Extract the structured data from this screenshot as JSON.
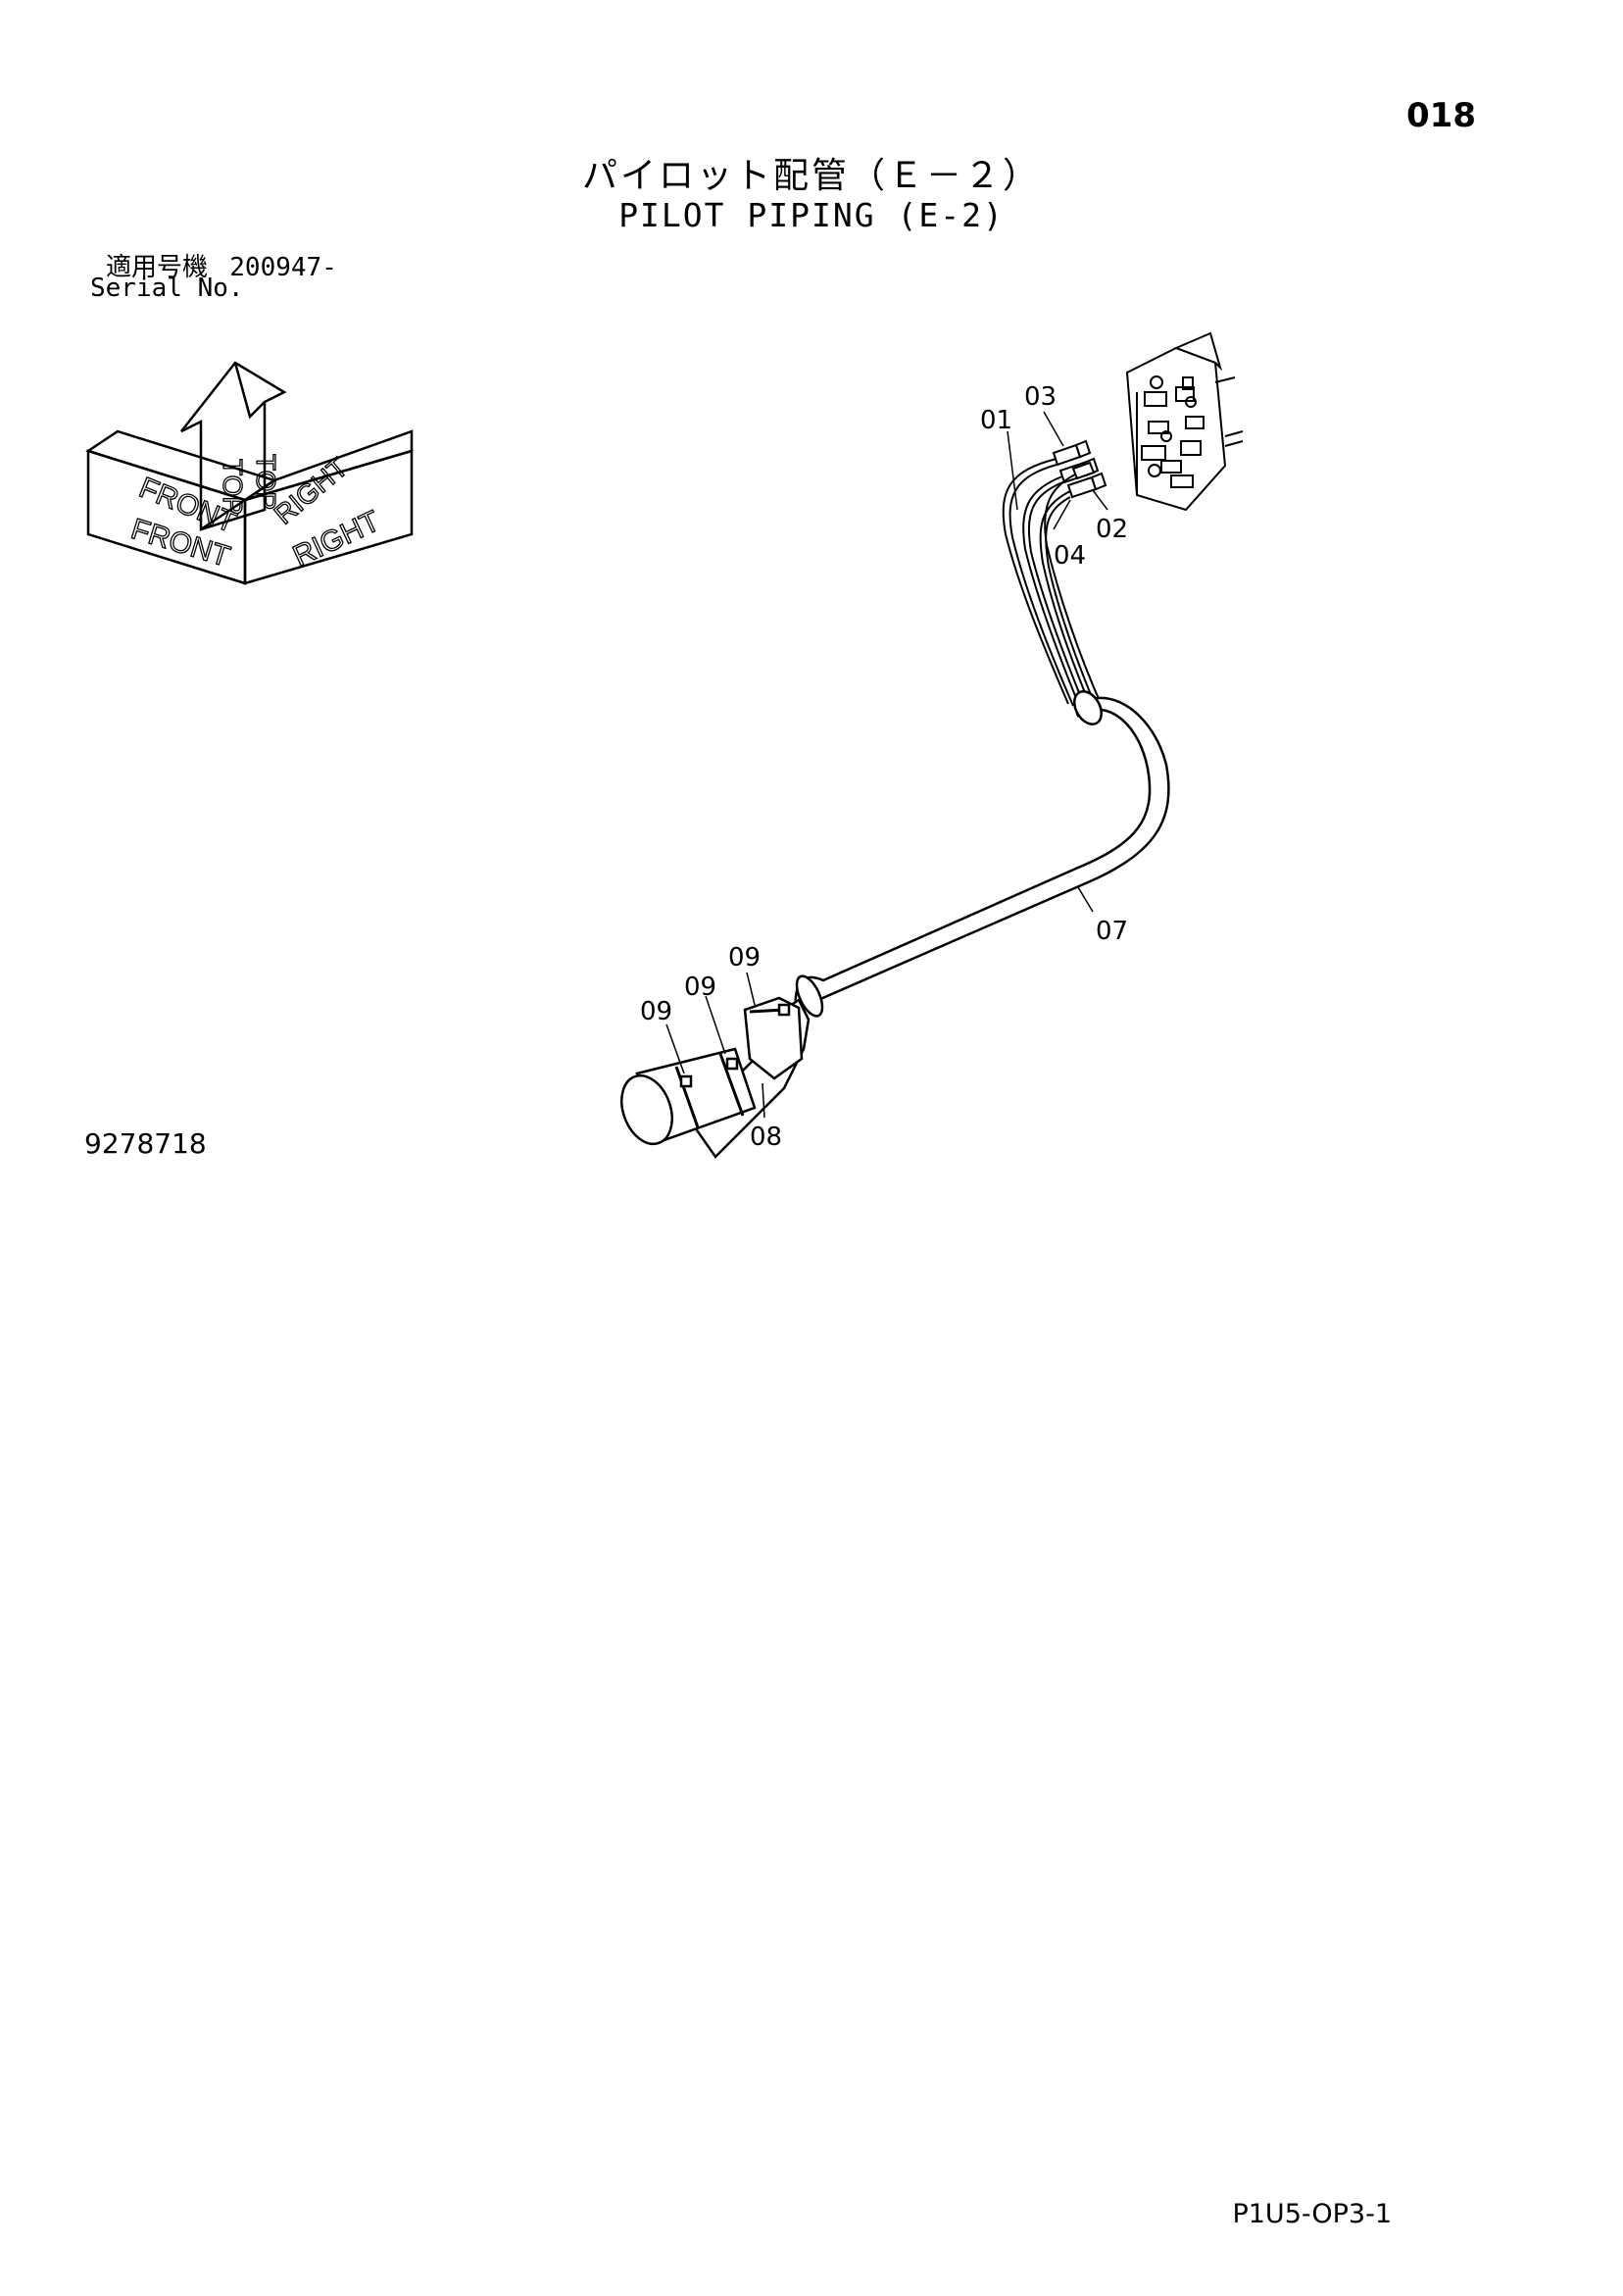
{
  "page": {
    "number": "018",
    "title_jp": "パイロット配管（Ｅ－２）",
    "title_en": "PILOT PIPING (E-2)",
    "serial_label_jp": "適用号機",
    "serial_value": "200947-",
    "serial_label_en": "Serial No.",
    "drawing_number": "9278718",
    "sheet_code": "P1U5-OP3-1"
  },
  "orientation": {
    "front": "FRONT",
    "top": "TOP",
    "right": "RIGHT"
  },
  "callouts": [
    "01",
    "03",
    "02",
    "04",
    "07",
    "09",
    "09",
    "09",
    "08"
  ]
}
